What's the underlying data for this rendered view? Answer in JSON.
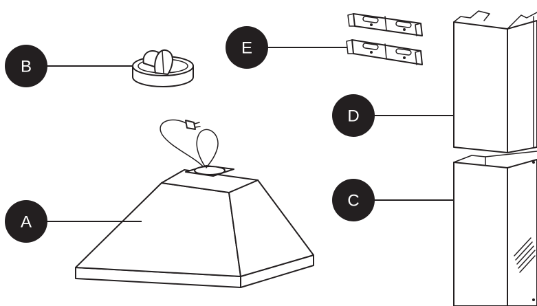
{
  "callouts": [
    {
      "id": "A",
      "label": "A"
    },
    {
      "id": "B",
      "label": "B"
    },
    {
      "id": "C",
      "label": "C"
    },
    {
      "id": "D",
      "label": "D"
    },
    {
      "id": "E",
      "label": "E"
    }
  ],
  "colors": {
    "ink": "#231f20",
    "background": "#ffffff"
  },
  "parts": [
    "hood-body",
    "damper",
    "lower-chimney",
    "upper-chimney",
    "mounting-brackets"
  ]
}
